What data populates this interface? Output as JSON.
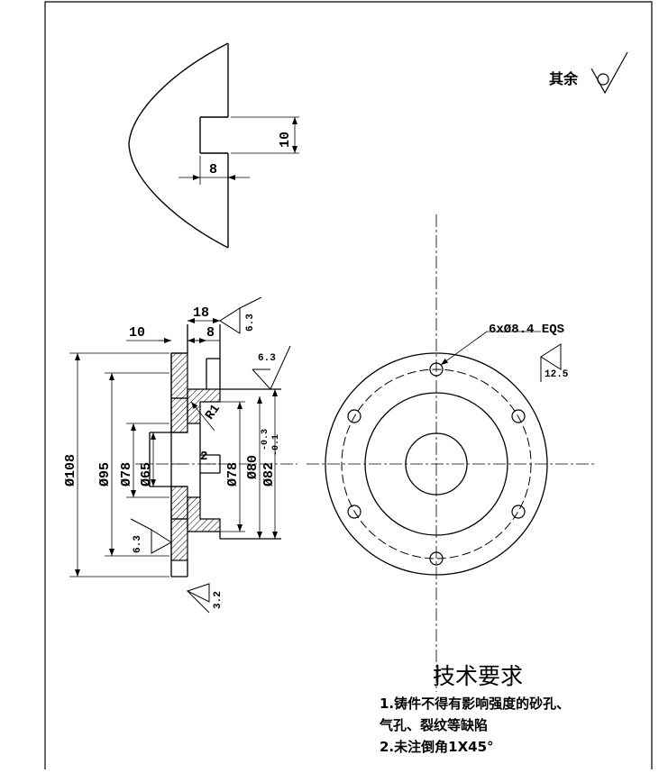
{
  "surface": {
    "note_label": "其余",
    "slot_depth": "10",
    "slot_width": "8",
    "hub_length": "18",
    "hub_inner_length": "8",
    "flange_thickness": "10",
    "rough_top": "6.3",
    "rough_mid": "6.3",
    "rough_left": "6.3",
    "rough_bottom": "3.2",
    "fillet": "R1",
    "step": "2",
    "dia_108": "Ø108",
    "dia_95": "Ø95",
    "dia_78a": "Ø78",
    "dia_65": "Ø65",
    "dia_78b": "Ø78",
    "dia_80": "Ø80",
    "dia_82": "Ø82",
    "tol_upper": "-0.3",
    "tol_lower": "-0.1",
    "holes": "6xØ8.4 EQS",
    "rough_holes": "12.5"
  },
  "requirements": {
    "title": "技术要求",
    "line1": "1.铸件不得有影响强度的砂孔、",
    "line2": "气孔、裂纹等缺陷",
    "line3": "2.未注倒角1X45°"
  }
}
